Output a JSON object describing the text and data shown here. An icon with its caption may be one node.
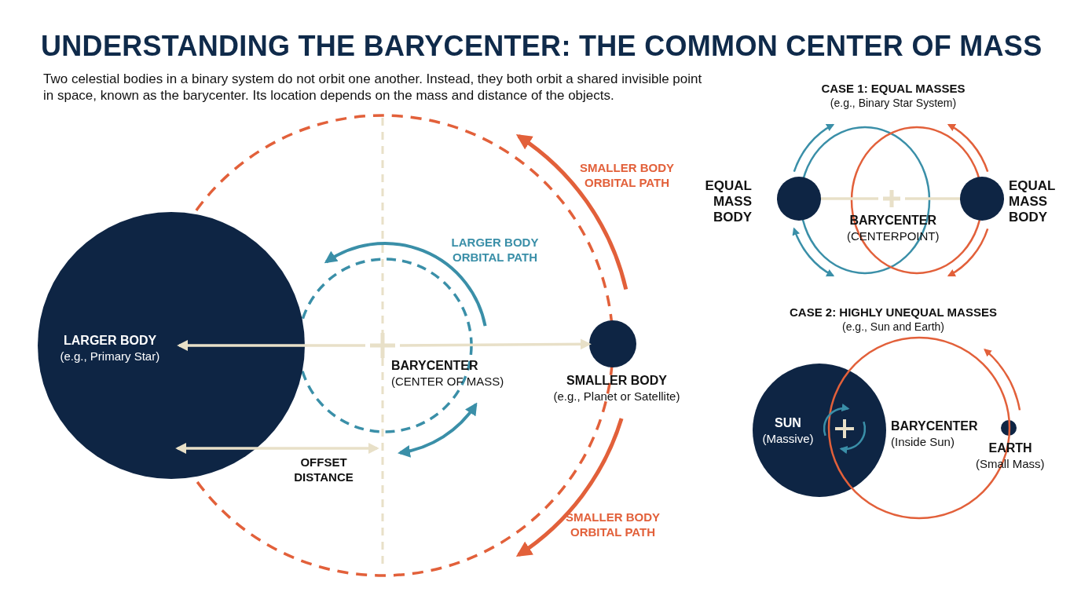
{
  "diagram": {
    "title": "UNDERSTANDING THE BARYCENTER: THE COMMON CENTER OF MASS",
    "nodes": [
      {
        "text": [
          "LARGER BODY",
          "(e.g., Primary Star)"
        ]
      },
      {
        "text": [
          "BARYCENTER",
          "(CENTER OF MASS)"
        ]
      },
      {
        "text": [
          "SMALLER BODY",
          "(e.g., Planet or Satellite)"
        ]
      },
      {
        "text": [
          "EQUAL MASS BODY"
        ]
      },
      {
        "text": [
          "BARYCENTER",
          "(CENTERPOINT)"
        ]
      },
      {
        "text": [
          "EQUAL MASS BODY"
        ]
      },
      {
        "text": [
          "SUN",
          "(Massive)"
        ]
      },
      {
        "text": [
          "BARYCENTER",
          "(Inside Sun)"
        ]
      },
      {
        "text": [
          "EARTH",
          "(Small Mass)"
        ]
      }
    ],
    "edges": [
      {
        "from": 1,
        "to": 0,
        "arrow": "to"
      },
      {
        "from": 1,
        "to": 2,
        "arrow": "to"
      },
      {
        "from": 4,
        "to": 3,
        "arrow": "none"
      },
      {
        "from": 4,
        "to": 5,
        "arrow": "none"
      }
    ],
    "labels": [
      "Two celestial bodies in a binary system do not orbit one another. Instead, they both orbit a shared invisible point in space, known as the barycenter. Its location depends on the mass and distance of the objects.",
      "SMALLER BODY ORBITAL PATH",
      "CASE 1: EQUAL MASSES",
      "(e.g., Binary Star System)",
      "LARGER BODY ORBITAL PATH",
      "CASE 2: HIGHLY UNEQUAL MASSES",
      "(e.g., Sun and Earth)",
      "OFFSET DISTANCE",
      "SMALLER BODY ORBITAL PATH"
    ]
  }
}
